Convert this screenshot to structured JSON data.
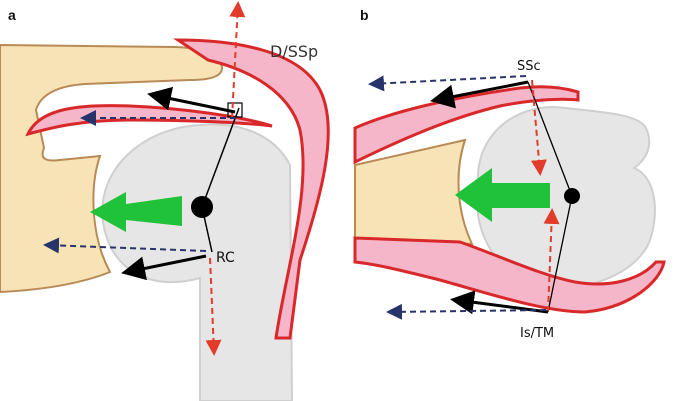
{
  "panel_a": {
    "letter": "a",
    "label_top": "D/SSp",
    "label_center": "RC"
  },
  "panel_b": {
    "letter": "b",
    "label_top": "SSc",
    "label_bottom": "Is/TM"
  },
  "colors": {
    "bone_tan": "#f7e3b5",
    "bone_tan_outline": "#b88a55",
    "humerus_gray": "#e6e6e6",
    "muscle_pink": "#f4b6c8",
    "muscle_red": "#d8282a",
    "force_green": "#1fc238",
    "dashed_red": "#e23b2a",
    "dashed_navy": "#27346b"
  }
}
